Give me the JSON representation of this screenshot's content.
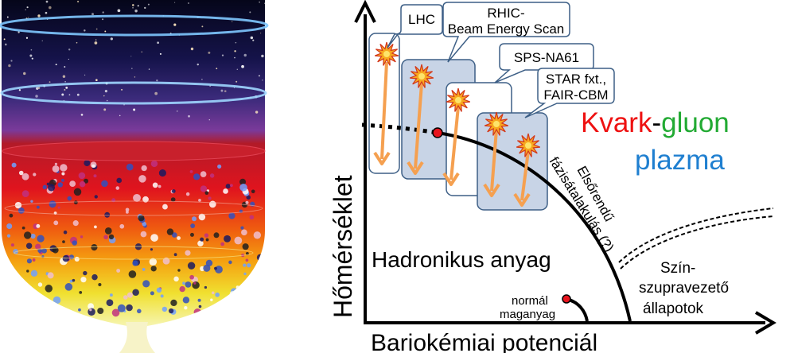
{
  "axes": {
    "x_label": "Bariokémiai potenciál",
    "y_label": "Hőmérséklet"
  },
  "callouts": [
    {
      "id": "lhc",
      "lines": [
        "LHC"
      ]
    },
    {
      "id": "rhic",
      "lines": [
        "RHIC-",
        "Beam Energy Scan"
      ]
    },
    {
      "id": "sps",
      "lines": [
        "SPS-NA61"
      ]
    },
    {
      "id": "star",
      "lines": [
        "STAR fxt.,",
        "FAIR-CBM"
      ]
    }
  ],
  "title": {
    "word1": "Kvark",
    "dash": "-",
    "word2": "gluon",
    "word3": "plazma"
  },
  "colors": {
    "kvark": "#ee1111",
    "gluon": "#22aa33",
    "plazma": "#1f7fd0",
    "arrow": "#f5a050",
    "box_fill": "#c8d4e6",
    "box_stroke": "#3d5f86",
    "callout_stroke": "#3d5f86"
  },
  "labels": {
    "transition_line1": "Elsőrendű",
    "transition_line2": "fázisátalakulás (?)",
    "hadronic": "Hadronikus anyag",
    "color_super_1": "Szín-",
    "color_super_2": "szupravezető",
    "color_super_3": "állapotok",
    "nuclear_1": "normál",
    "nuclear_2": "maganyag"
  }
}
